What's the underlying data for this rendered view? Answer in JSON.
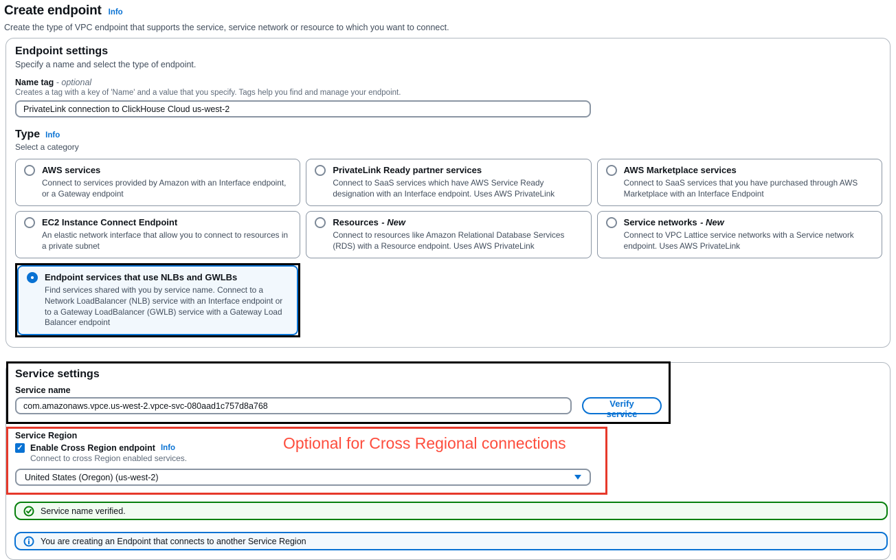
{
  "page": {
    "title": "Create endpoint",
    "info_label": "Info",
    "subtitle": "Create the type of VPC endpoint that supports the service, service network or resource to which you want to connect."
  },
  "endpoint_settings": {
    "title": "Endpoint settings",
    "description": "Specify a name and select the type of endpoint.",
    "name_tag": {
      "label": "Name tag",
      "optional_label": "- optional",
      "help": "Creates a tag with a key of 'Name' and a value that you specify. Tags help you find and manage your endpoint.",
      "value": "PrivateLink connection to ClickHouse Cloud us-west-2"
    },
    "type": {
      "label": "Type",
      "info_label": "Info",
      "description": "Select a category",
      "options": [
        {
          "title": "AWS services",
          "suffix": "",
          "description": "Connect to services provided by Amazon with an Interface endpoint, or a Gateway endpoint",
          "selected": false
        },
        {
          "title": "PrivateLink Ready partner services",
          "suffix": "",
          "description": "Connect to SaaS services which have AWS Service Ready designation with an Interface endpoint. Uses AWS PrivateLink",
          "selected": false
        },
        {
          "title": "AWS Marketplace services",
          "suffix": "",
          "description": "Connect to SaaS services that you have purchased through AWS Marketplace with an Interface Endpoint",
          "selected": false
        },
        {
          "title": "EC2 Instance Connect Endpoint",
          "suffix": "",
          "description": "An elastic network interface that allow you to connect to resources in a private subnet",
          "selected": false
        },
        {
          "title": "Resources",
          "suffix": "- New",
          "description": "Connect to resources like Amazon Relational Database Services (RDS) with a Resource endpoint. Uses AWS PrivateLink",
          "selected": false
        },
        {
          "title": "Service networks",
          "suffix": "- New",
          "description": "Connect to VPC Lattice service networks with a Service network endpoint. Uses AWS PrivateLink",
          "selected": false
        },
        {
          "title": "Endpoint services that use NLBs and GWLBs",
          "suffix": "",
          "description": "Find services shared with you by service name. Connect to a Network LoadBalancer (NLB) service with an Interface endpoint or to a Gateway LoadBalancer (GWLB) service with a Gateway Load Balancer endpoint",
          "selected": true
        }
      ]
    }
  },
  "service_settings": {
    "title": "Service settings",
    "service_name": {
      "label": "Service name",
      "value": "com.amazonaws.vpce.us-west-2.vpce-svc-080aad1c757d8a768"
    },
    "verify_button_label": "Verify service",
    "service_region": {
      "label": "Service Region",
      "checkbox_label": "Enable Cross Region endpoint",
      "info_label": "Info",
      "checkbox_checked": true,
      "help": "Connect to cross Region enabled services.",
      "selected_region": "United States (Oregon) (us-west-2)"
    },
    "red_annotation": "Optional for Cross Regional connections",
    "alerts": {
      "success": "Service name verified.",
      "info": "You are creating an Endpoint that connects to another Service Region"
    }
  },
  "colors": {
    "accent_blue": "#0972d3",
    "success_green": "#067f0c",
    "selected_option_bg": "#f2f8fd",
    "annotation_black": "#000000",
    "annotation_red": "#e6392b",
    "annotation_text_red": "#fd4d3d"
  }
}
